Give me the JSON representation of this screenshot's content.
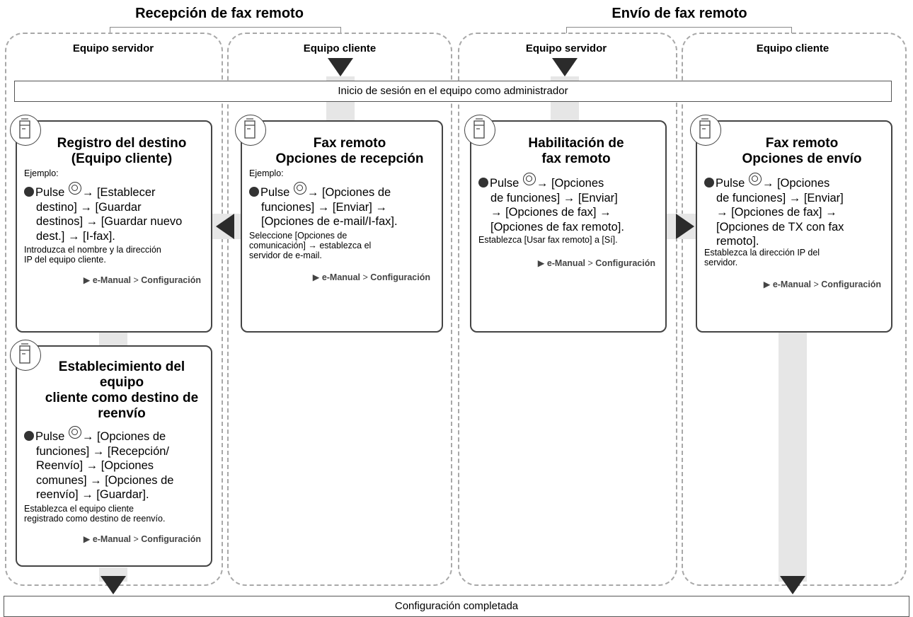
{
  "sections": {
    "left_title": "Recepción de fax remoto",
    "right_title": "Envío de fax remoto"
  },
  "columns": {
    "c1": "Equipo servidor",
    "c2": "Equipo cliente",
    "c3": "Equipo servidor",
    "c4": "Equipo cliente"
  },
  "login_strip": "Inicio de sesión en el equipo como administrador",
  "complete_strip": "Configuración completada",
  "reference": {
    "manual": "e-Manual",
    "separator": ">",
    "section": "Configuración"
  },
  "cards": {
    "reg": {
      "title": [
        "Registro del destino",
        "(Equipo cliente)"
      ],
      "example": "Ejemplo:",
      "pulse": "Pulse",
      "steps": [
        "→ [Establecer",
        "destino] → [Guardar",
        "destinos] → [Guardar nuevo",
        "dest.] → [I-fax]."
      ],
      "note": [
        "Introduzca el nombre y la dirección",
        "IP del equipo cliente."
      ]
    },
    "fwd": {
      "title": [
        "Establecimiento del",
        "equipo",
        "cliente como destino de",
        "reenvío"
      ],
      "pulse": "Pulse",
      "steps": [
        "→ [Opciones de",
        "funciones] → [Recepción/",
        "Reenvío] → [Opciones",
        "comunes] → [Opciones de",
        "reenvío] → [Guardar]."
      ],
      "note": [
        "Establezca el equipo cliente",
        "registrado como destino de reenvío."
      ]
    },
    "recv": {
      "title": [
        "Fax remoto",
        "Opciones de recepción"
      ],
      "example": "Ejemplo:",
      "pulse": "Pulse",
      "steps": [
        "→ [Opciones de",
        "funciones] → [Enviar] →",
        "[Opciones de e-mail/I-fax]."
      ],
      "note": [
        "Seleccione [Opciones de",
        "comunicación] → establezca el",
        "servidor de e-mail."
      ]
    },
    "enable": {
      "title": [
        "Habilitación de",
        "fax remoto"
      ],
      "pulse": "Pulse",
      "steps": [
        "→ [Opciones",
        "de funciones] → [Enviar]",
        "→ [Opciones de fax] →",
        "[Opciones de fax remoto]."
      ],
      "note": [
        "Establezca [Usar fax remoto] a [Sí]."
      ]
    },
    "send": {
      "title": [
        "Fax remoto",
        "Opciones de envío"
      ],
      "pulse": "Pulse",
      "steps": [
        "→ [Opciones",
        "de funciones] → [Enviar]",
        "→ [Opciones de fax] →",
        "[Opciones de TX con fax",
        "remoto]."
      ],
      "note": [
        "Establezca la dirección IP del",
        "servidor."
      ]
    }
  },
  "icons": {
    "arrow_down": "arrow-down-icon",
    "arrow_left": "arrow-left-icon",
    "arrow_right": "arrow-right-icon",
    "device": "printer-device-icon",
    "home_button": "home-button-icon",
    "reference_pointer": "triangle-pointer-icon"
  },
  "colors": {
    "arrow": "#2b2b2b",
    "flow_bar": "#e6e6e6",
    "dashed_border": "#a8a8a8",
    "card_border": "#444444"
  }
}
